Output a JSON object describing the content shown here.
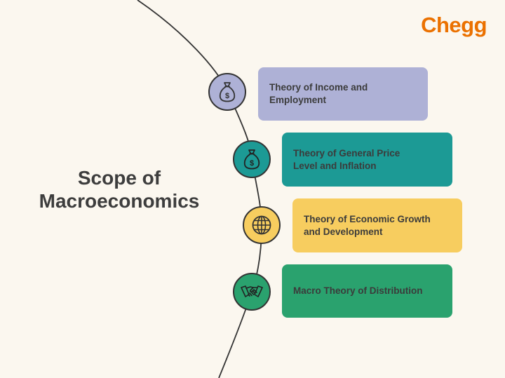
{
  "brand": {
    "logo_text": "Chegg",
    "accent_color": "#eb7100"
  },
  "title": {
    "line1": "Scope of",
    "line2": "Macroeconomics"
  },
  "items": [
    {
      "label_line1": "Theory of Income and",
      "label_line2": "Employment",
      "icon": "money-bag-icon",
      "color": "#aeb1d6"
    },
    {
      "label_line1": "Theory of General Price",
      "label_line2": "Level and Inflation",
      "icon": "money-bag-icon",
      "color": "#1c9a95"
    },
    {
      "label_line1": "Theory of Economic Growth",
      "label_line2": "and Development",
      "icon": "globe-icon",
      "color": "#f7cd5f"
    },
    {
      "label_line1": "Macro Theory of Distribution",
      "label_line2": "",
      "icon": "handshake-icon",
      "color": "#2aa26e"
    }
  ]
}
